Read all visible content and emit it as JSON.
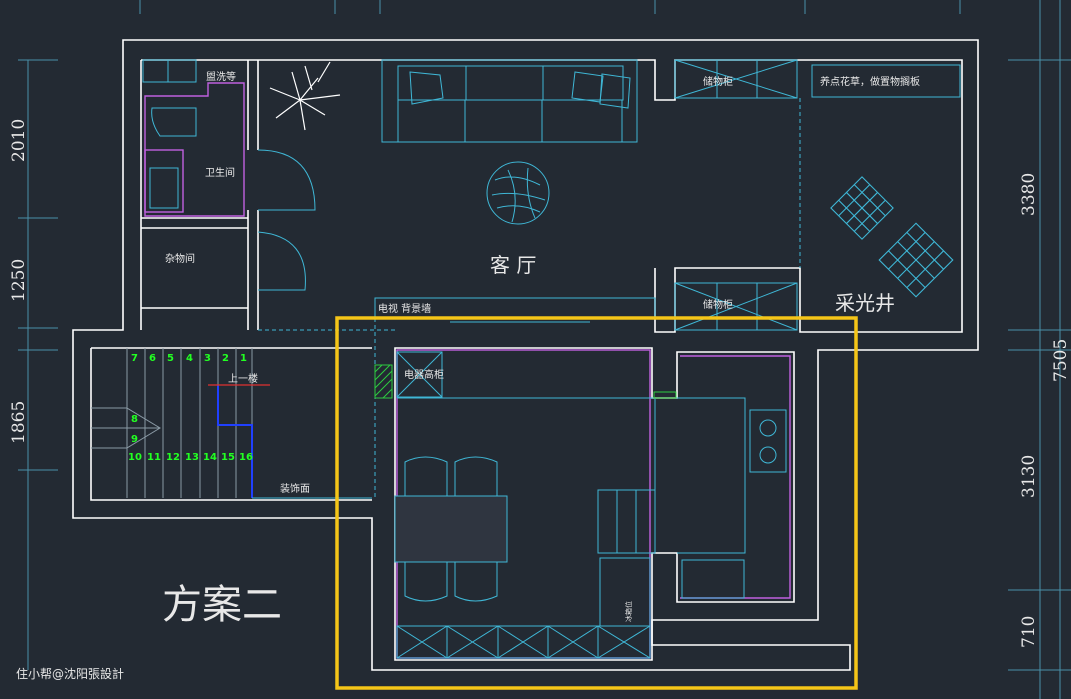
{
  "colors": {
    "background": "#232a33",
    "wall": "#ffffff",
    "furniture": "#3fb7d6",
    "wet_area": "#c060e0",
    "highlight": "#f5c518",
    "stair_numbers": "#22ff22",
    "hatch": "#2ecc40"
  },
  "rooms": {
    "living_room": "客 厅",
    "bathroom": "卫生间",
    "storage": "杂物间",
    "lightwell": "采光井",
    "wash_cabinet": "盥洗等",
    "cabinet_top": "储物柜",
    "cabinet_bottom": "储物柜",
    "plants_note": "养点花草，做置物搁板",
    "tv_wall": "电视 背景墙",
    "appliance_cabinet": "电器高柜",
    "upstairs": "上一楼",
    "decor_wall": "装饰面",
    "fridge": "冰箱位"
  },
  "stairs": {
    "top_row": [
      "7",
      "6",
      "5",
      "4",
      "3",
      "2",
      "1"
    ],
    "middle": [
      "8",
      "9"
    ],
    "bottom_row": [
      "10",
      "11",
      "12",
      "13",
      "14",
      "15",
      "16"
    ]
  },
  "dimensions": {
    "left": [
      "2010",
      "1250",
      "1865"
    ],
    "right": [
      "3380",
      "3130",
      "710"
    ],
    "right_total": "7505"
  },
  "scheme_title": "方案二",
  "watermark": "住小帮@沈阳張設計"
}
